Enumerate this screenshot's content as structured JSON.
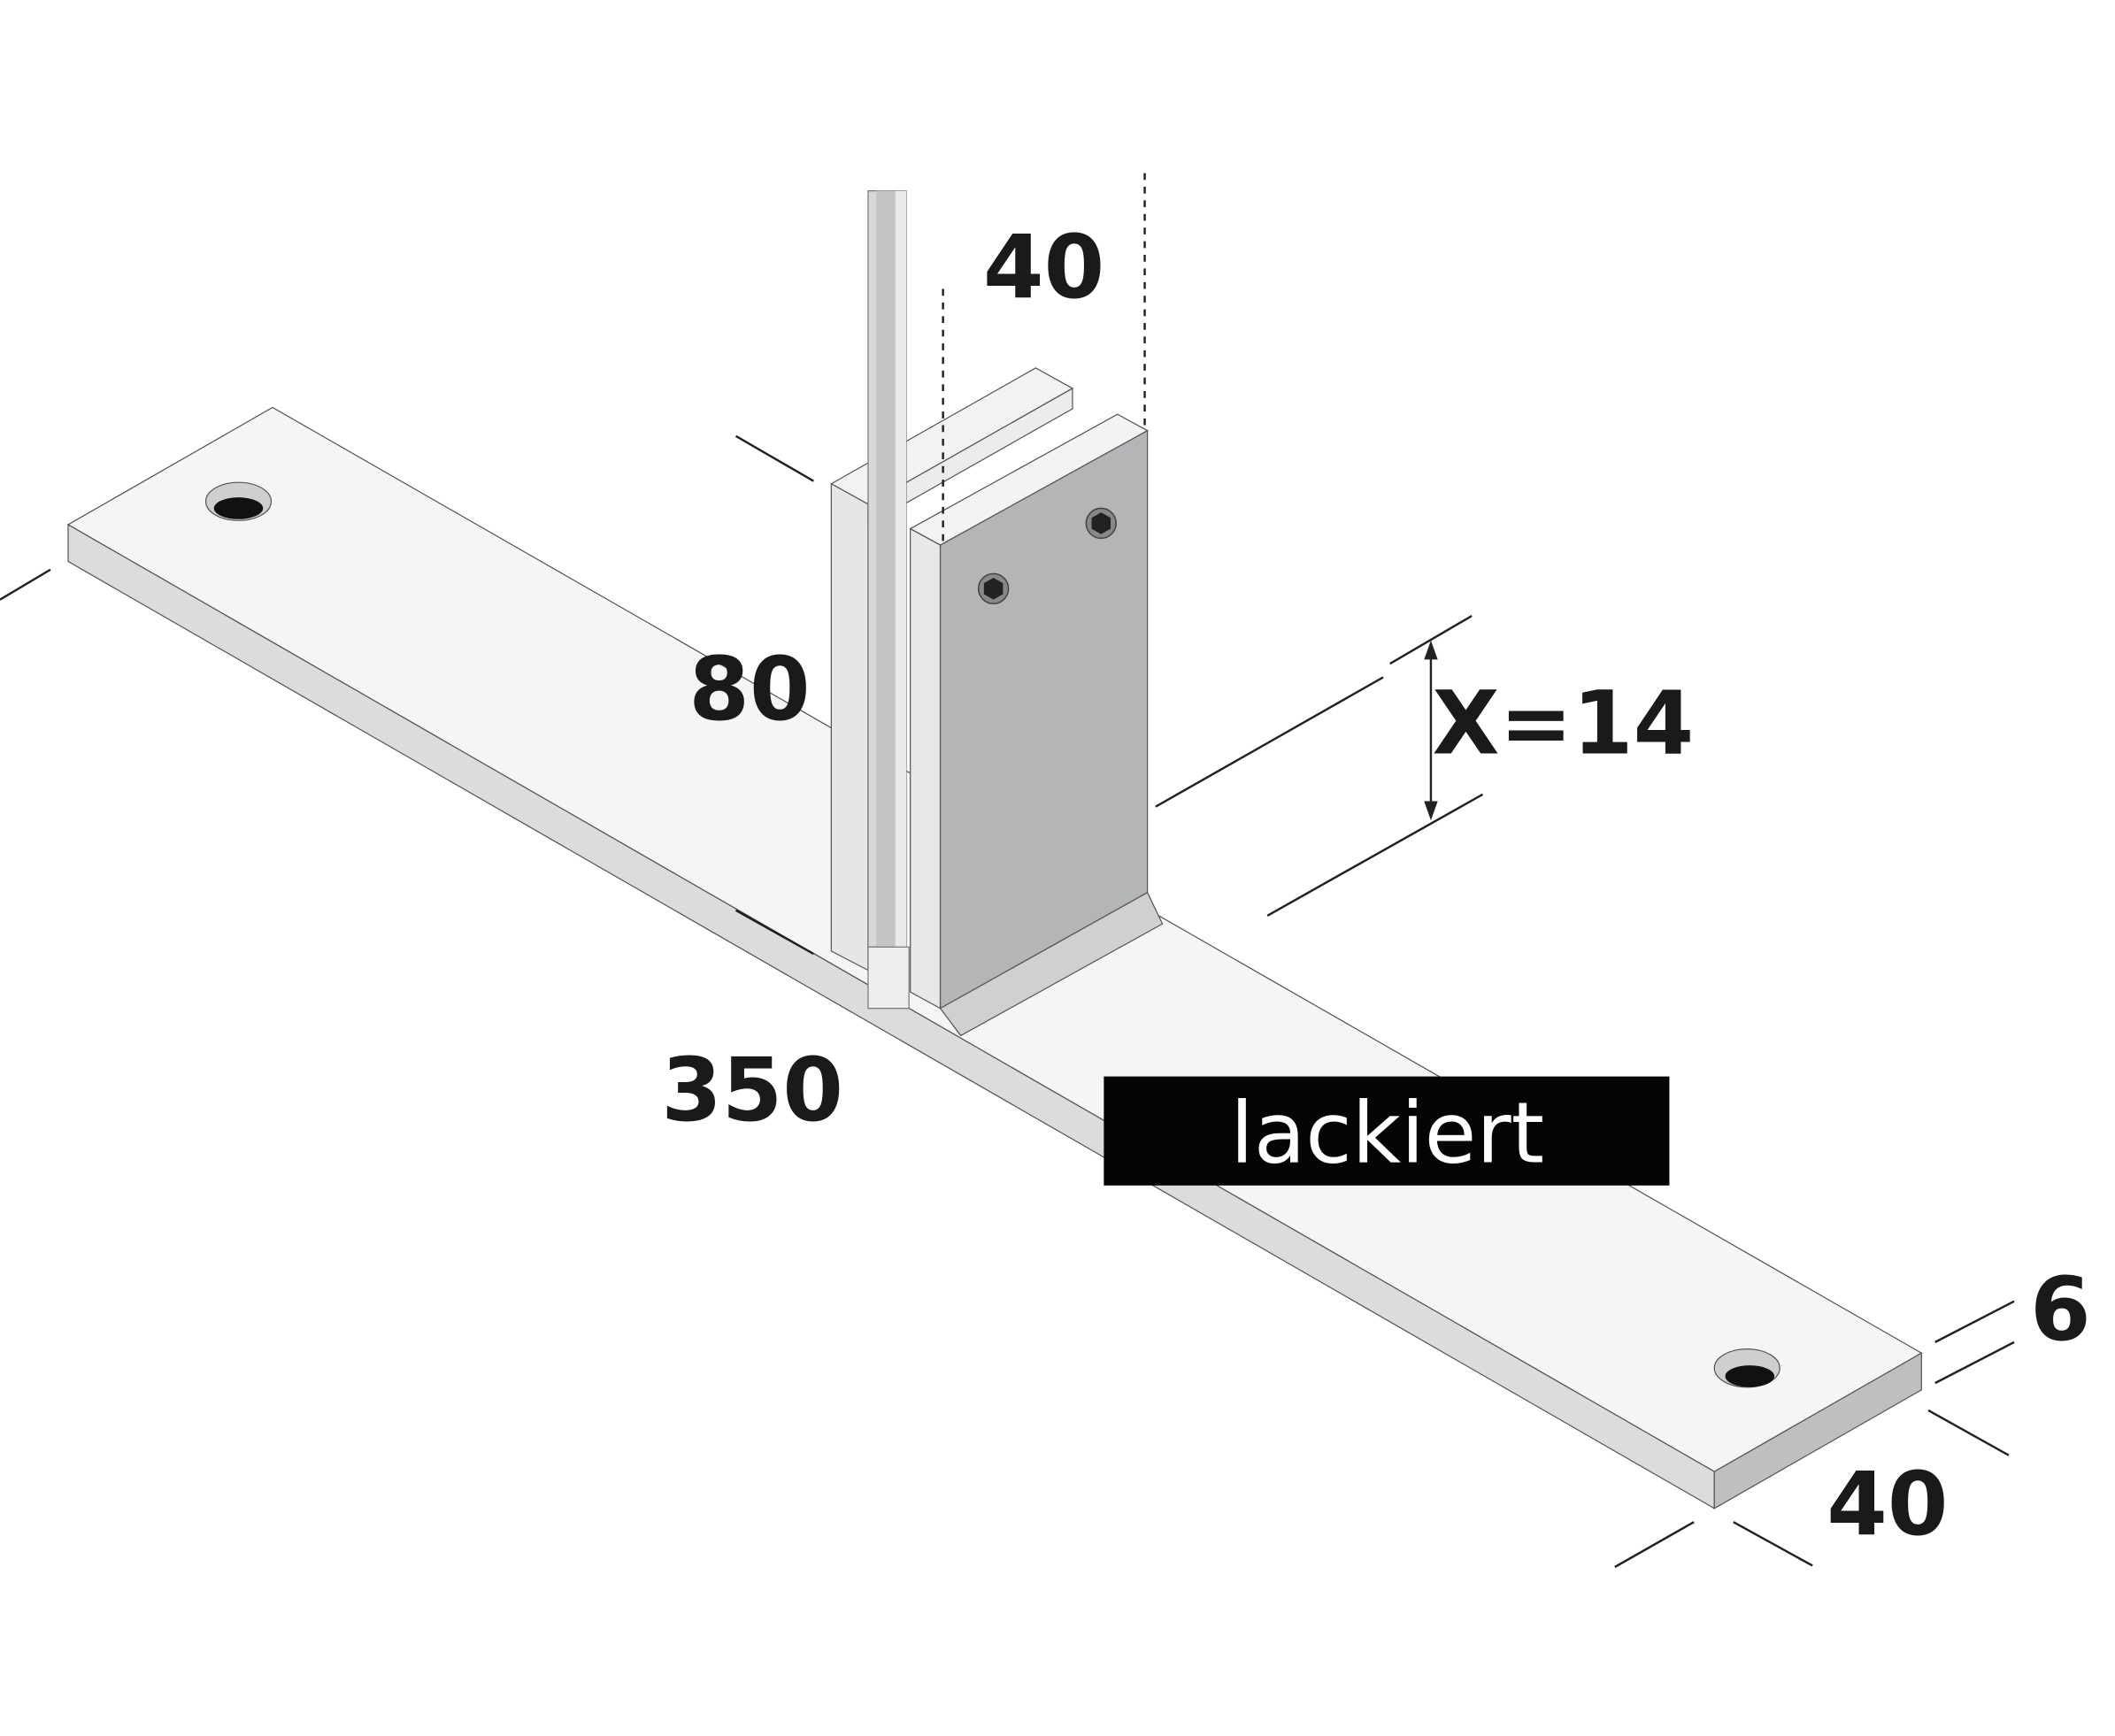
{
  "dimensions": {
    "bracket_width": "40",
    "bracket_height": "80",
    "clearance": "X=14",
    "plate_length": "350",
    "plate_thickness": "6",
    "plate_width": "40"
  },
  "finish_label": "lackiert",
  "colors": {
    "plate_top": "#f4f4f4",
    "plate_side": "#d9d9d9",
    "bracket_face": "#b4b5b6",
    "label_background": "#050505",
    "label_text": "#ffffff"
  }
}
